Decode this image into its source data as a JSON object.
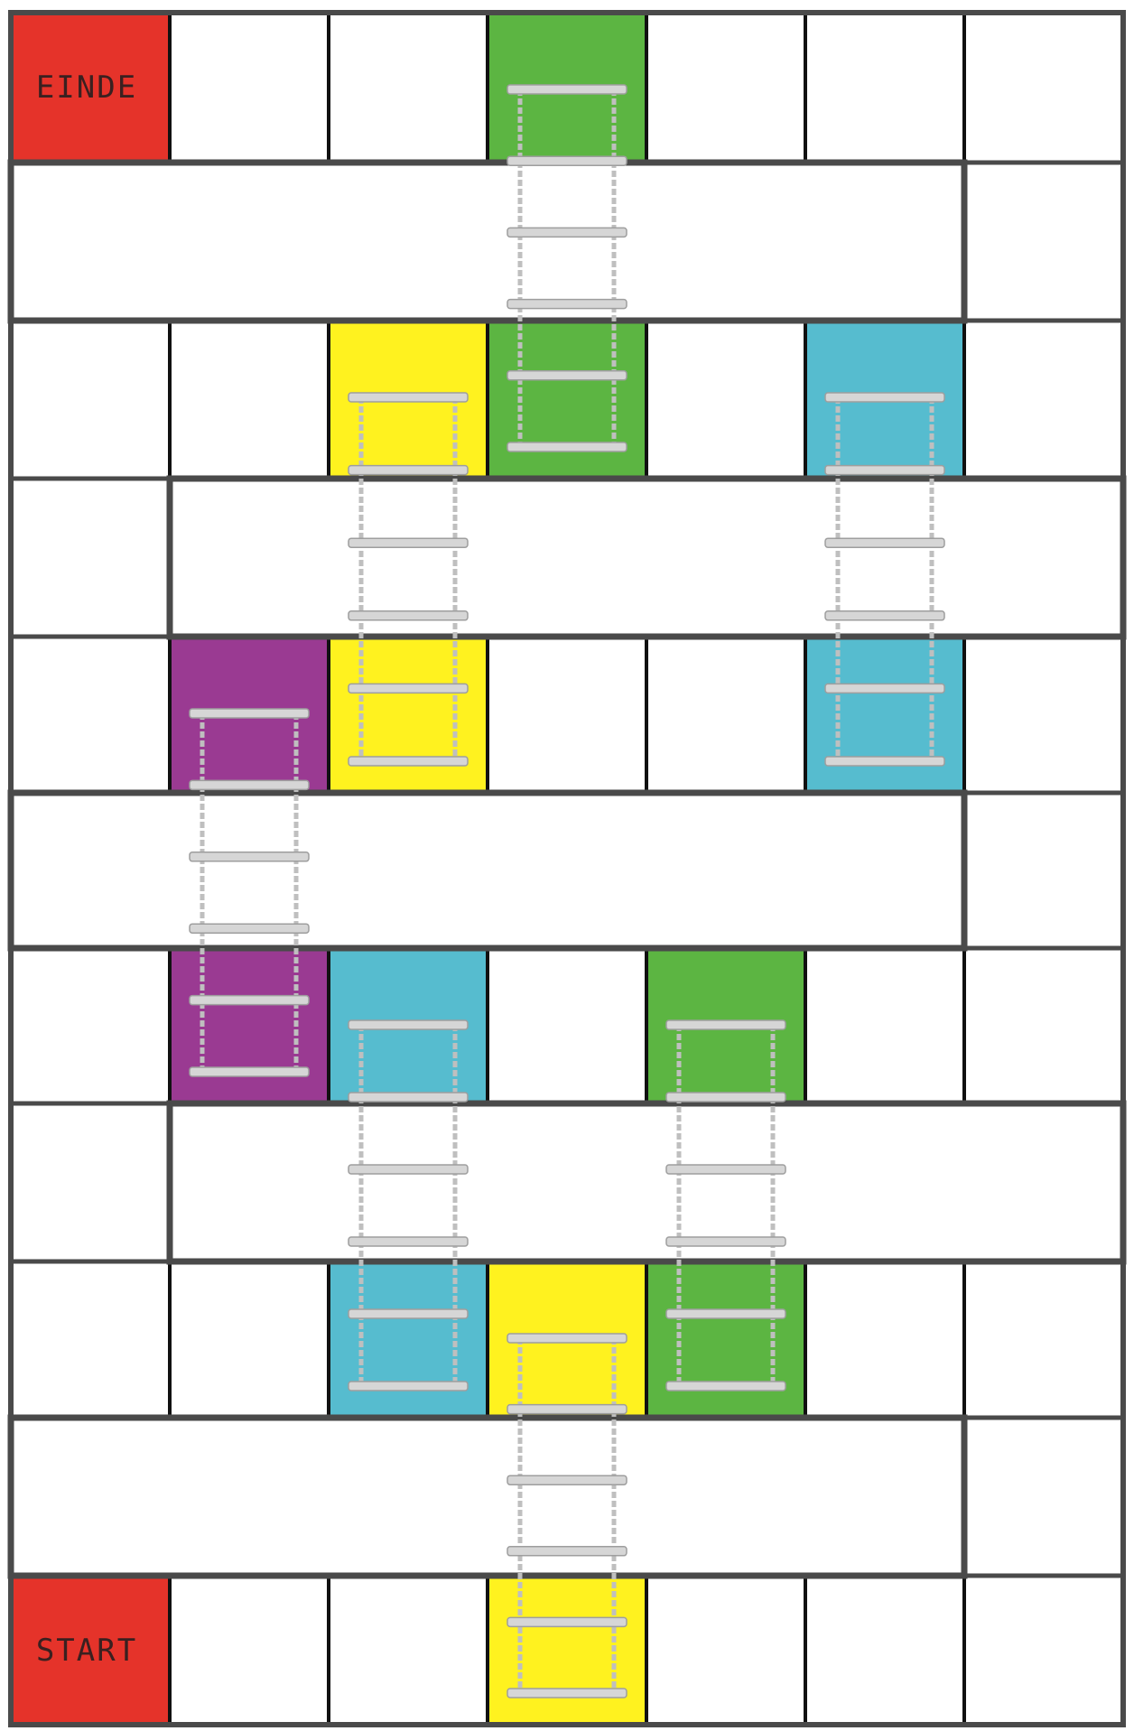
{
  "board": {
    "end_label": "EINDE",
    "start_label": "START"
  },
  "colors": {
    "red": "#e5332a",
    "green": "#5cb542",
    "yellow": "#fff21f",
    "blue": "#56bccf",
    "purple": "#9a3a92",
    "white": "#ffffff",
    "border": "#4a4a4a",
    "ladder": "#d6d6d6"
  },
  "rows": [
    {
      "row": 1,
      "special": [
        {
          "col": 1,
          "color": "red",
          "label": "end_label"
        },
        {
          "col": 4,
          "color": "green"
        }
      ]
    },
    {
      "row": 3,
      "special": [
        {
          "col": 3,
          "color": "yellow"
        },
        {
          "col": 4,
          "color": "green"
        },
        {
          "col": 6,
          "color": "blue"
        }
      ]
    },
    {
      "row": 5,
      "special": [
        {
          "col": 2,
          "color": "purple"
        },
        {
          "col": 3,
          "color": "yellow"
        },
        {
          "col": 6,
          "color": "blue"
        }
      ]
    },
    {
      "row": 7,
      "special": [
        {
          "col": 2,
          "color": "purple"
        },
        {
          "col": 3,
          "color": "blue"
        },
        {
          "col": 5,
          "color": "green"
        }
      ]
    },
    {
      "row": 9,
      "special": [
        {
          "col": 3,
          "color": "blue"
        },
        {
          "col": 4,
          "color": "yellow"
        },
        {
          "col": 5,
          "color": "green"
        }
      ]
    },
    {
      "row": 11,
      "special": [
        {
          "col": 1,
          "color": "red",
          "label": "start_label"
        },
        {
          "col": 4,
          "color": "yellow"
        }
      ]
    }
  ],
  "ladders": [
    {
      "color": "green",
      "col": 4,
      "from_row": 3,
      "to_row": 1
    },
    {
      "color": "yellow",
      "col": 3,
      "from_row": 5,
      "to_row": 3
    },
    {
      "color": "blue",
      "col": 6,
      "from_row": 5,
      "to_row": 3
    },
    {
      "color": "purple",
      "col": 2,
      "from_row": 7,
      "to_row": 5
    },
    {
      "color": "blue",
      "col": 3,
      "from_row": 9,
      "to_row": 7
    },
    {
      "color": "green",
      "col": 5,
      "from_row": 9,
      "to_row": 7
    },
    {
      "color": "yellow",
      "col": 4,
      "from_row": 11,
      "to_row": 9
    }
  ]
}
